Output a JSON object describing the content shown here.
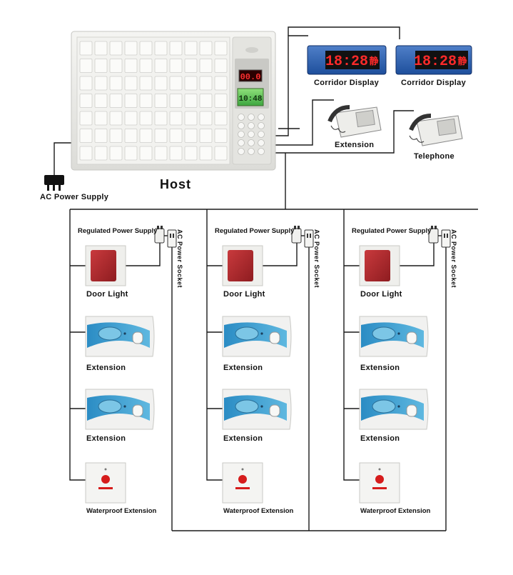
{
  "host": {
    "label": "Host",
    "panel_counter": "00.0",
    "panel_clock": "10:48"
  },
  "corridor_displays": [
    {
      "label": "Corridor Display",
      "time": "18:28",
      "glyph": "静"
    },
    {
      "label": "Corridor Display",
      "time": "18:28",
      "glyph": "静"
    }
  ],
  "host_peripherals": {
    "extension_phone_label": "Extension",
    "telephone_label": "Telephone",
    "ac_power_label": "AC Power Supply"
  },
  "wards": [
    {
      "regulated_power_label": "Regulated Power Supply",
      "ac_socket_label": "AC Power Socket",
      "door_light_label": "Door Light",
      "extension_1_label": "Extension",
      "extension_2_label": "Extension",
      "waterproof_label": "Waterproof Extension"
    },
    {
      "regulated_power_label": "Regulated Power Supply",
      "ac_socket_label": "AC Power Socket",
      "door_light_label": "Door Light",
      "extension_1_label": "Extension",
      "extension_2_label": "Extension",
      "waterproof_label": "Waterproof Extension"
    },
    {
      "regulated_power_label": "Regulated Power Supply",
      "ac_socket_label": "AC Power Socket",
      "door_light_label": "Door Light",
      "extension_1_label": "Extension",
      "extension_2_label": "Extension",
      "waterproof_label": "Waterproof Extension"
    }
  ],
  "colors": {
    "wire": "#1a1a1a",
    "host_body": "#e9e9e6",
    "display_led": "#ff2a2a",
    "display_body": "#1e4f9c",
    "door_light": "#b3262a",
    "extension_blue": "#2e8fc4",
    "call_button": "#d61c1c"
  }
}
